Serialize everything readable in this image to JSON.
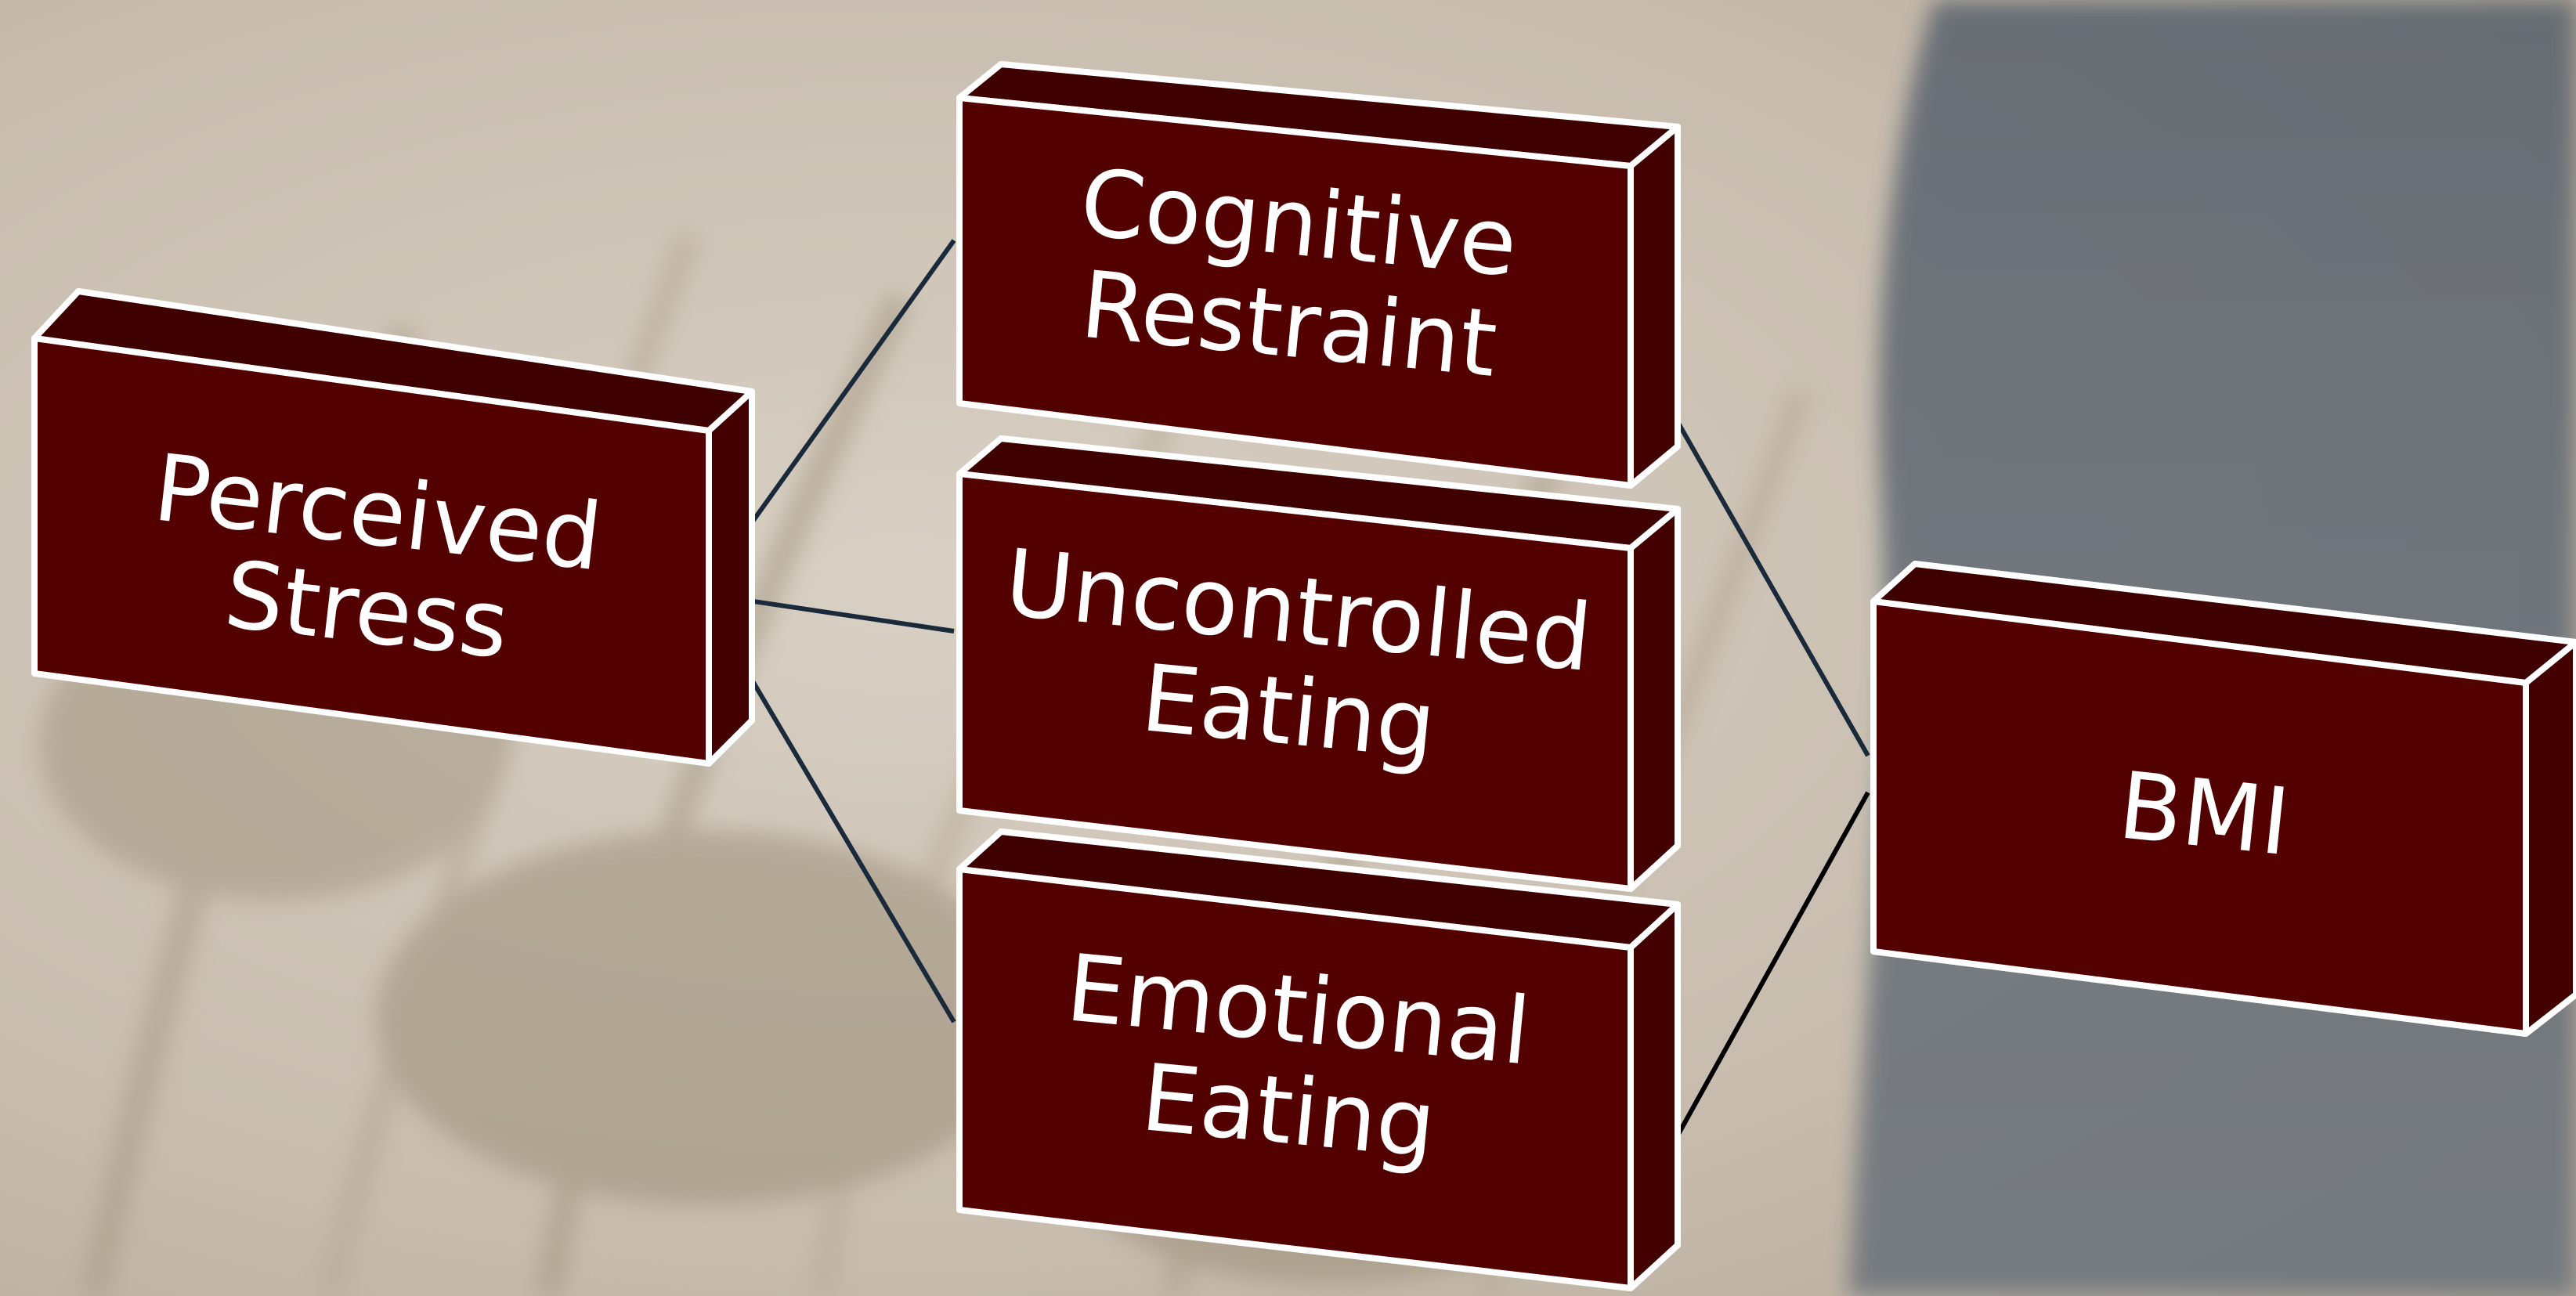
{
  "colors": {
    "box_fill": "#530000",
    "box_outline": "#ffffff",
    "edge": "#1a2a3a",
    "background": "#c8bfb2"
  },
  "nodes": {
    "perceived_stress": {
      "line1": "Perceived",
      "line2": "Stress"
    },
    "cognitive_restraint": {
      "line1": "Cognitive",
      "line2": "Restraint"
    },
    "uncontrolled_eating": {
      "line1": "Uncontrolled",
      "line2": "Eating"
    },
    "emotional_eating": {
      "line1": "Emotional",
      "line2": "Eating"
    },
    "bmi": {
      "line1": "BMI"
    }
  },
  "edges": [
    {
      "from": "perceived_stress",
      "to": "cognitive_restraint"
    },
    {
      "from": "perceived_stress",
      "to": "uncontrolled_eating"
    },
    {
      "from": "perceived_stress",
      "to": "emotional_eating"
    },
    {
      "from": "cognitive_restraint",
      "to": "bmi"
    },
    {
      "from": "emotional_eating",
      "to": "bmi"
    }
  ]
}
